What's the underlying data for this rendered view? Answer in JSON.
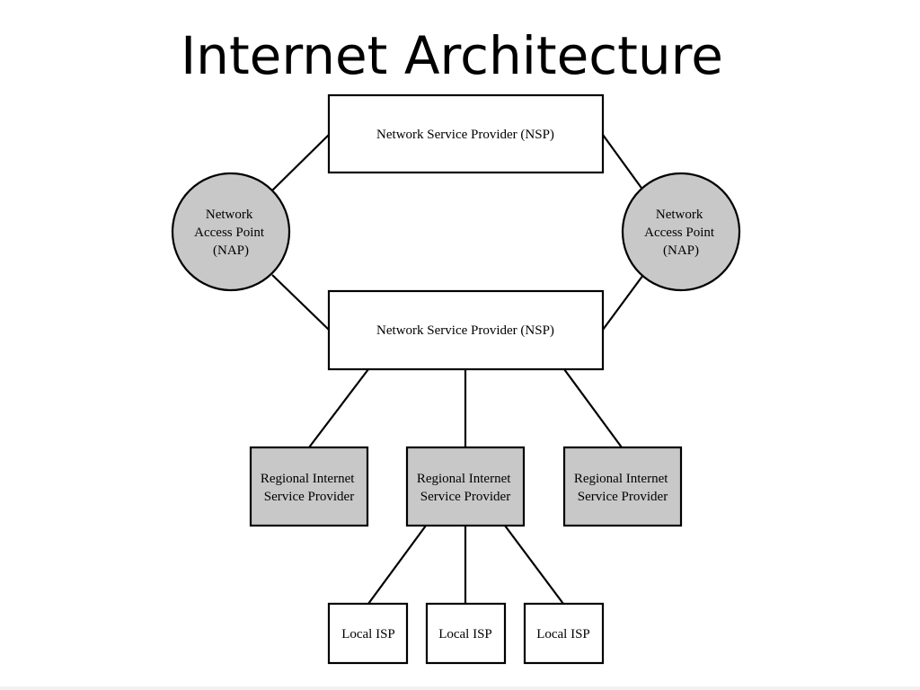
{
  "slide": {
    "title": "Internet Architecture"
  },
  "diagram": {
    "nsp_top": "Network Service Provider (NSP)",
    "nsp_bottom": "Network Service Provider (NSP)",
    "nap_left": [
      "Network",
      "Access Point",
      "(NAP)"
    ],
    "nap_right": [
      "Network",
      "Access Point",
      "(NAP)"
    ],
    "regional": [
      [
        "Regional Internet",
        "Service Provider"
      ],
      [
        "Regional Internet",
        "Service Provider"
      ],
      [
        "Regional Internet",
        "Service Provider"
      ]
    ],
    "local": [
      "Local ISP",
      "Local ISP",
      "Local ISP"
    ]
  },
  "colors": {
    "node_fill_gray": "#c8c8c8",
    "node_fill_white": "#ffffff",
    "stroke": "#000000"
  }
}
